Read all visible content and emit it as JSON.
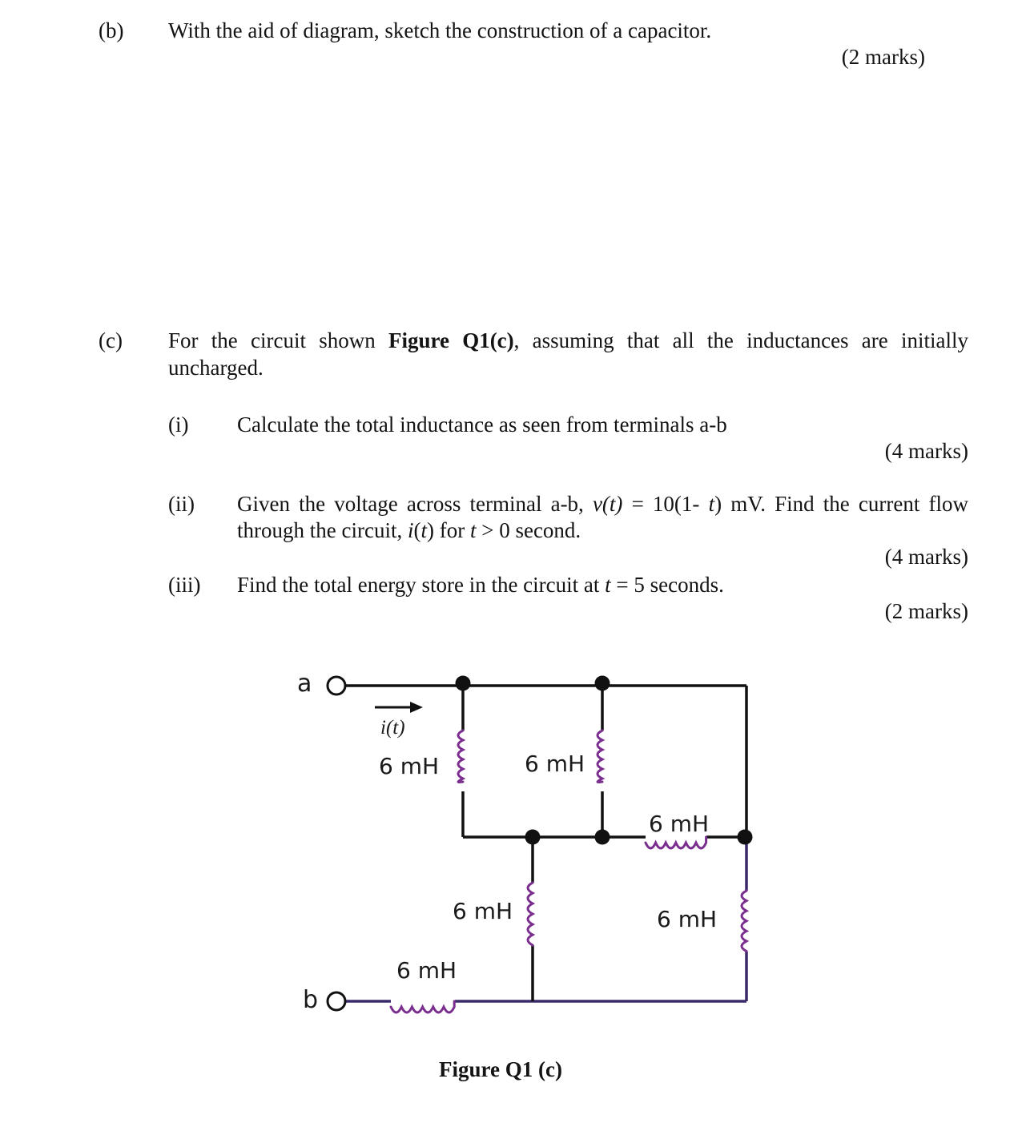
{
  "part_b": {
    "label": "(b)",
    "text": "With the aid of diagram, sketch the construction of a capacitor.",
    "marks": "(2 marks)"
  },
  "part_c": {
    "label": "(c)",
    "intro_pre": "For the circuit shown ",
    "intro_bold": "Figure Q1(c)",
    "intro_post": ", assuming that all the inductances are initially",
    "intro_line2": "uncharged.",
    "sub_i": {
      "label": "(i)",
      "text": "Calculate the total inductance as seen from terminals a-b",
      "marks": "(4 marks)"
    },
    "sub_ii": {
      "label": "(ii)",
      "line1_a": "Given the voltage across terminal a-b, ",
      "line1_v": "v(t)",
      "line1_b": " = 10(1- ",
      "line1_t": "t",
      "line1_c": ") mV. Find the current flow",
      "line2_a": "through the circuit, ",
      "line2_i": "i",
      "line2_b": "(",
      "line2_t": "t",
      "line2_c": ") for ",
      "line2_t2": "t",
      "line2_d": " > 0 second.",
      "marks": "(4 marks)"
    },
    "sub_iii": {
      "label": "(iii)",
      "text_a": "Find the total energy store in the circuit at ",
      "text_t": "t",
      "text_b": " = 5 seconds.",
      "marks": "(2 marks)"
    }
  },
  "figure": {
    "terminal_a": "a",
    "terminal_b": "b",
    "current_label": "i(t)",
    "inductors": [
      {
        "id": "L1",
        "label": "6 mH"
      },
      {
        "id": "L2",
        "label": "6 mH"
      },
      {
        "id": "L3",
        "label": "6 mH"
      },
      {
        "id": "L4",
        "label": "6 mH"
      },
      {
        "id": "L5",
        "label": "6 mH"
      },
      {
        "id": "L6",
        "label": "6 mH"
      }
    ],
    "caption": "Figure Q1 (c)"
  }
}
